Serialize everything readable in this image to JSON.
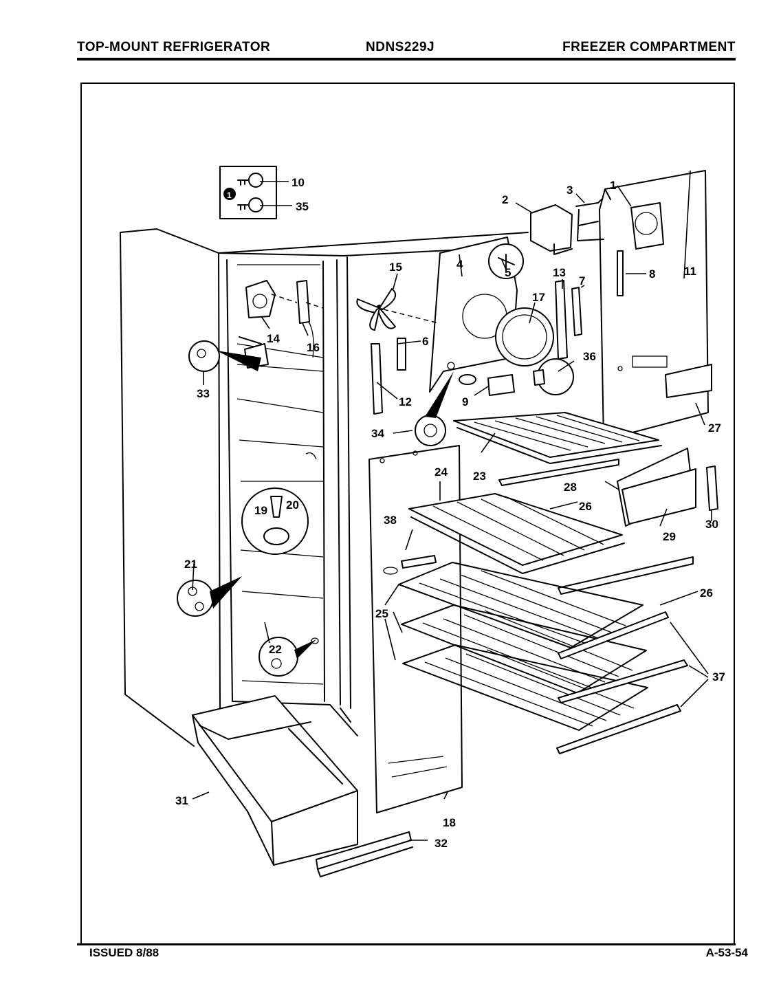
{
  "header": {
    "left": "TOP-MOUNT REFRIGERATOR",
    "middle": "NDNS229J",
    "right": "FREEZER COMPARTMENT"
  },
  "footer": {
    "issued": "ISSUED 8/88",
    "page_code": "A-53-54"
  },
  "inset_marker": "1",
  "callouts": {
    "c1": "1",
    "c2": "2",
    "c3": "3",
    "c4": "4",
    "c5": "5",
    "c6": "6",
    "c7": "7",
    "c8": "8",
    "c9": "9",
    "c10": "10",
    "c11": "11",
    "c12": "12",
    "c13": "13",
    "c14": "14",
    "c15": "15",
    "c16": "16",
    "c17": "17",
    "c18": "18",
    "c19": "19",
    "c20": "20",
    "c21": "21",
    "c22": "22",
    "c23": "23",
    "c24": "24",
    "c25": "25",
    "c26a": "26",
    "c26b": "26",
    "c27": "27",
    "c28": "28",
    "c29": "29",
    "c30": "30",
    "c31": "31",
    "c32": "32",
    "c33": "33",
    "c34": "34",
    "c35": "35",
    "c36": "36",
    "c37": "37",
    "c38": "38"
  }
}
